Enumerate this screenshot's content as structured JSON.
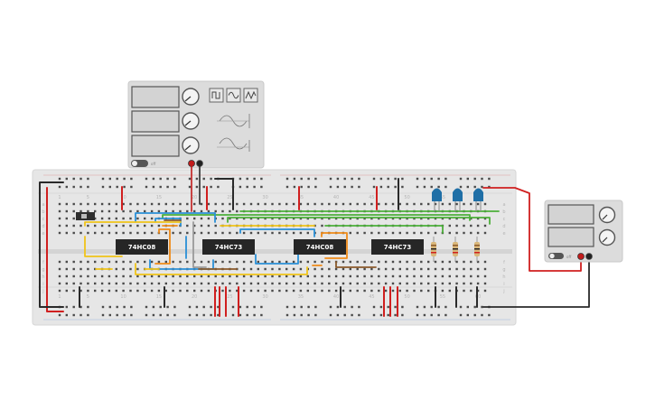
{
  "colors": {
    "breadboard": "#e6e6e6",
    "rail_red": "#d01f1f",
    "rail_black": "#2a2a2a",
    "wire_blue": "#2a8fd6",
    "wire_green": "#4caf3a",
    "wire_yellow": "#f0c419",
    "wire_orange": "#ef8a18",
    "wire_brown": "#8a5a2b",
    "wire_gray": "#9a9a9a",
    "chip": "#262626",
    "led_blue": "#1f6fa6",
    "instrument_panel": "#dcdcdc"
  },
  "breadboard": {
    "column_labels_top": [
      "1",
      "5",
      "10",
      "15",
      "20",
      "25",
      "30",
      "35",
      "40",
      "45",
      "50",
      "55",
      "60"
    ],
    "column_labels_bottom": [
      "1",
      "5",
      "10",
      "15",
      "20",
      "25",
      "30",
      "35",
      "40",
      "45",
      "50",
      "55",
      "60"
    ],
    "row_labels_top": [
      "a",
      "b",
      "c",
      "d",
      "e"
    ],
    "row_labels_bottom": [
      "f",
      "g",
      "h",
      "i",
      "j"
    ]
  },
  "chips": [
    {
      "label": "74HC08"
    },
    {
      "label": "74HC73"
    },
    {
      "label": "74HC08"
    },
    {
      "label": "74HC73"
    }
  ],
  "function_generator": {
    "waveform_buttons": [
      "square-wave",
      "sine-wave",
      "triangle-wave"
    ],
    "power_label": "off"
  },
  "power_supply": {
    "power_label": "off"
  },
  "icons": [
    "square-wave-icon",
    "sine-wave-icon",
    "triangle-wave-icon",
    "knob-icon",
    "led-icon",
    "resistor-icon",
    "slide-switch-icon"
  ]
}
